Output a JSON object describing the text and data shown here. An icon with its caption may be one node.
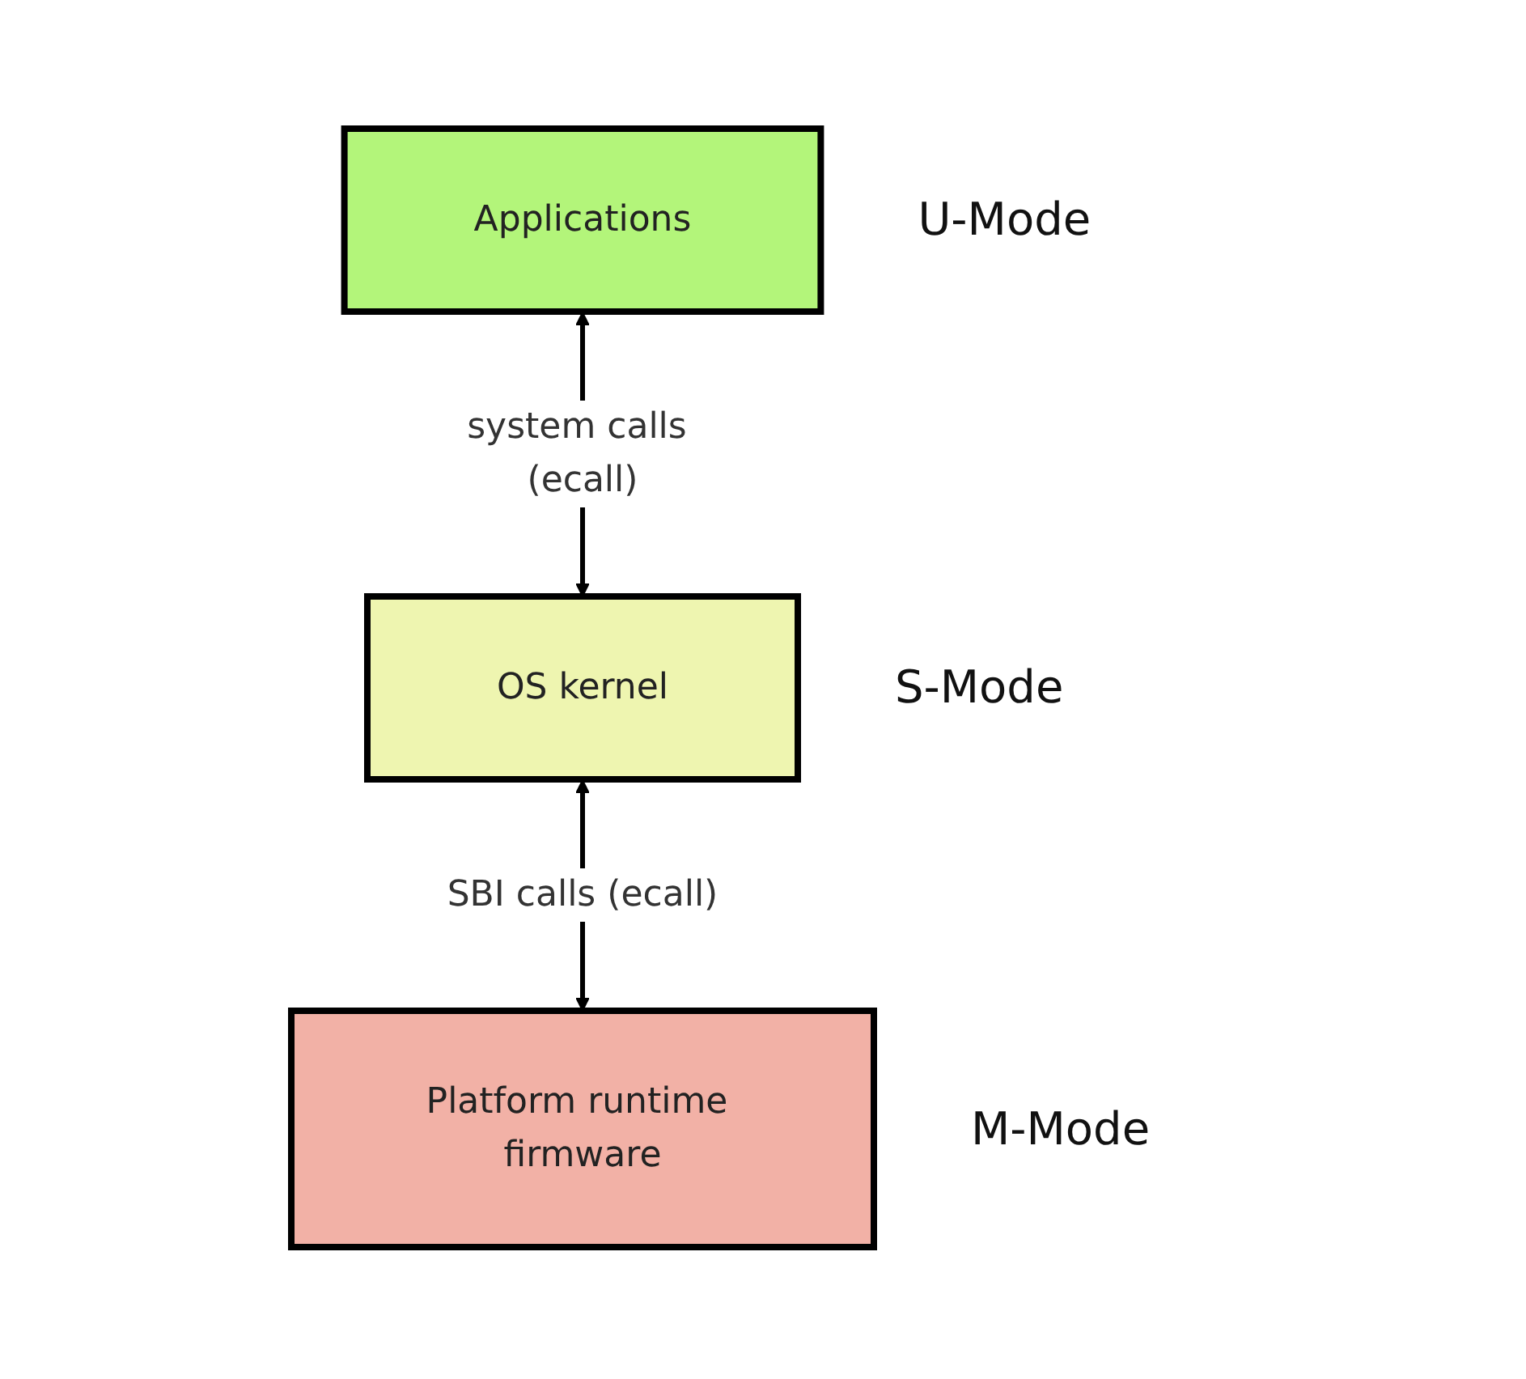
{
  "diagram": {
    "nodes": [
      {
        "text": [
          "Applications"
        ],
        "beside": [
          "U-Mode"
        ]
      },
      {
        "text": [
          "OS kernel"
        ],
        "beside": [
          "S-Mode"
        ]
      },
      {
        "text": [
          "Platform runtime firmware"
        ],
        "beside": [
          "M-Mode"
        ]
      }
    ],
    "edges": [
      {
        "from": 0,
        "to": 1,
        "arrow": "both",
        "label": "system calls (ecall)"
      },
      {
        "from": 1,
        "to": 2,
        "arrow": "both",
        "label": "SBI calls (ecall)"
      }
    ]
  }
}
